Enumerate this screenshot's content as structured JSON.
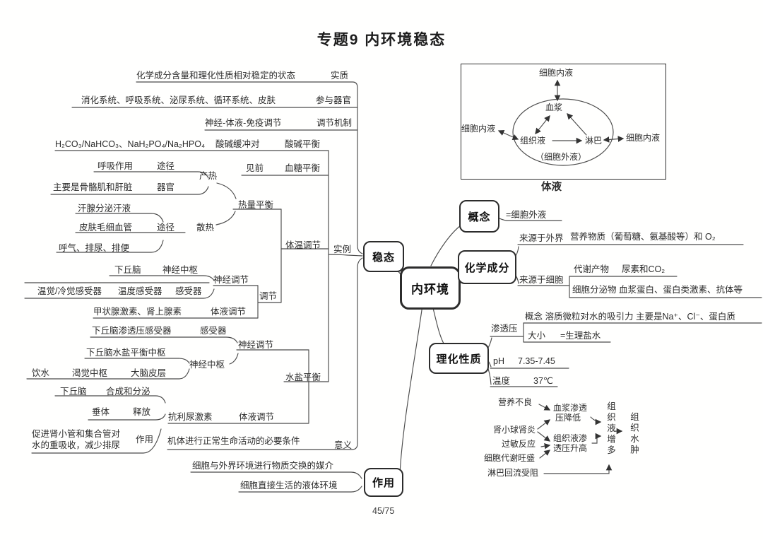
{
  "title": "专题9 内环境稳态",
  "page_number": "45/75",
  "center": {
    "label": "内环境"
  },
  "wentai": {
    "node": "稳态",
    "essence_text": "化学成分含量和理化性质相对稳定的状态",
    "essence_label": "实质",
    "organs_text": "消化系统、呼吸系统、泌尿系统、循环系统、皮肤",
    "organs_label": "参与器官",
    "mechanism_text": "神经-体液-免疫调节",
    "mechanism_label": "调节机制",
    "example_label": "实例",
    "meaning_text": "机体进行正常生命活动的必要条件",
    "meaning_label": "意义",
    "acid": {
      "pair": "H₂CO₃/NaHCO₃、NaH₂PO₄/Na₂HPO₄",
      "buffer": "酸碱缓冲对",
      "label": "酸碱平衡"
    },
    "sugar": {
      "ref": "见前",
      "label": "血糖平衡"
    },
    "temp": {
      "label": "体温调节",
      "heat_balance": "热量平衡",
      "produce_label": "产热",
      "produce_way_text": "呼吸作用",
      "produce_way": "途径",
      "produce_organ_text": "主要是骨骼肌和肝脏",
      "produce_organ": "器官",
      "dissipate_label": "散热",
      "dissipate_way": "途径",
      "dissipate_items": [
        "汗腺分泌汗液",
        "皮肤毛细血管",
        "呼气、排尿、排便"
      ],
      "regulation": "调节",
      "neural_label": "神经调节",
      "neural_center_text": "下丘脑",
      "neural_center": "神经中枢",
      "receptor_text": "温觉/冷觉感受器",
      "receptor_mid": "温度感受器",
      "receptor": "感受器",
      "humoral_label": "体液调节",
      "humoral_text": "甲状腺激素、肾上腺素"
    },
    "water": {
      "label": "水盐平衡",
      "neural_label": "神经调节",
      "receptor_text": "下丘脑渗透压感受器",
      "receptor": "感受器",
      "center_text": "下丘脑水盐平衡中枢",
      "center": "神经中枢",
      "drink": "饮水",
      "thirst": "渴觉中枢",
      "cortex": "大脑皮层",
      "humoral_label": "体液调节",
      "hormone": "抗利尿激素",
      "synth_text": "下丘脑",
      "synth_label": "合成和分泌",
      "release_text": "垂体",
      "release_label": "释放",
      "effect_line1": "促进肾小管和集合管对",
      "effect_line2": "水的重吸收，减少排尿",
      "effect_label": "作用"
    }
  },
  "concept": {
    "node": "概念",
    "text": "=细胞外液"
  },
  "chemical": {
    "node": "化学成分",
    "external_label": "来源于外界",
    "external_text": "营养物质（葡萄糖、氨基酸等）和 O₂",
    "cell_label": "来源于细胞",
    "metabolite_label": "代谢产物",
    "metabolite_text": "尿素和CO₂",
    "secretion_text": "细胞分泌物 血浆蛋白、蛋白类激素、抗体等"
  },
  "physchem": {
    "node": "理化性质",
    "osmotic_label": "渗透压",
    "osmotic_concept": "概念 溶质微粒对水的吸引力  主要是Na⁺、Cl⁻、蛋白质",
    "size_label": "大小",
    "size_value": "=生理盐水",
    "ph_label": "pH",
    "ph_value": "7.35-7.45",
    "temp_label": "温度",
    "temp_value": "37℃"
  },
  "function": {
    "node": "作用",
    "item1": "细胞与外界环境进行物质交换的媒介",
    "item2": "细胞直接生活的液体环境"
  },
  "fluid": {
    "caption": "体液",
    "top_label": "细胞内液",
    "left_label": "细胞内液",
    "right_label": "细胞内液",
    "plasma": "血浆",
    "tissue": "组织液",
    "lymph": "淋巴",
    "extracellular": "（细胞外液）"
  },
  "edema": {
    "cause1": "营养不良",
    "cause2": "肾小球肾炎",
    "cause3": "过敏反应",
    "cause4": "细胞代谢旺盛",
    "cause5": "淋巴回流受阻",
    "plasma_line1": "血浆渗透",
    "plasma_line2": "压降低",
    "tissue_line1": "组织液渗",
    "tissue_line2": "透压升高",
    "increase": "组织液增多",
    "result": "组织水肿"
  }
}
